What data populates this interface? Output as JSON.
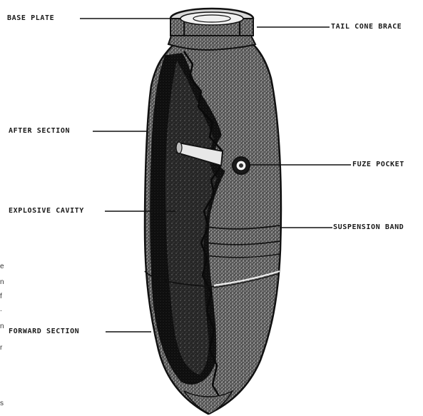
{
  "labels": {
    "base_plate": "BASE PLATE",
    "tail_cone_brace": "TAIL CONE BRACE",
    "after_section": "AFTER SECTION",
    "fuze_pocket": "FUZE POCKET",
    "explosive_cavity": "EXPLOSIVE CAVITY",
    "suspension_band": "SUSPENSION BAND",
    "forward_section": "FORWARD SECTION"
  },
  "edge_fragments": [
    "e",
    "n",
    "f",
    ".",
    "n",
    "r",
    "s"
  ]
}
